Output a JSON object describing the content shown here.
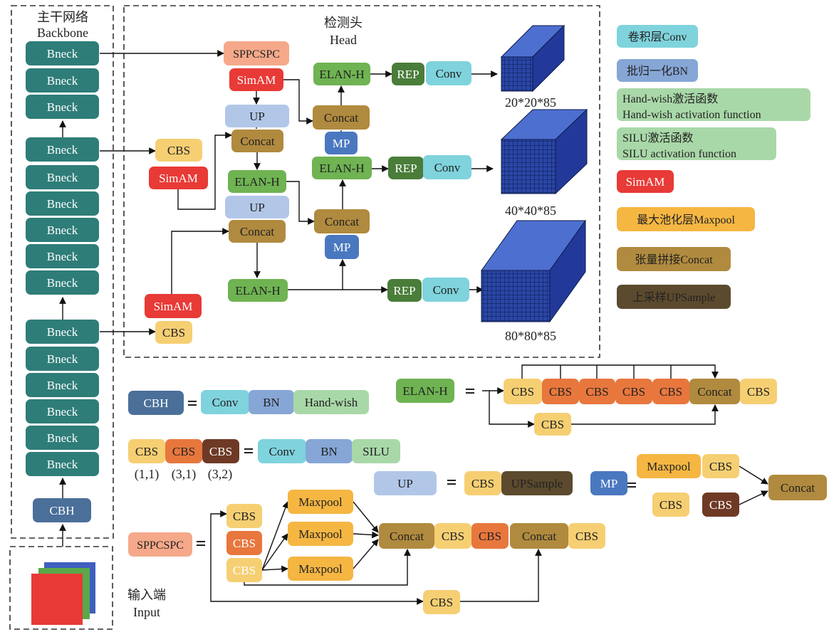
{
  "colors": {
    "bneck": "#2e7d78",
    "cbh": "#4a6f99",
    "conv": "#7fd3dc",
    "bn": "#86a6d6",
    "handwish": "#a9d8a8",
    "silu": "#a9d8a8",
    "simam": "#e83a36",
    "maxpool": "#f5b642",
    "concat": "#b08a3e",
    "upsample": "#5c4a2e",
    "cbs11": "#f6cf73",
    "cbs31": "#e8773d",
    "cbs32": "#6e3a26",
    "sppcspc": "#f5a98a",
    "elanh": "#6fb352",
    "rep": "#4a7d3a",
    "mp": "#4a78c0",
    "up": "#b2c7e8",
    "tensor": "#2947a8"
  },
  "backbone": {
    "title_cn": "主干网络",
    "title_en": "Backbone",
    "bneck_label": "Bneck",
    "cbh_label": "CBH"
  },
  "input": {
    "title_cn": "输入端",
    "title_en": "Input"
  },
  "head": {
    "title_cn": "检测头",
    "title_en": "Head",
    "sppcspc": "SPPCSPC",
    "simam": "SimAM",
    "up": "UP",
    "concat": "Concat",
    "cbs": "CBS",
    "elanh": "ELAN-H",
    "mp": "MP",
    "rep": "REP",
    "conv": "Conv",
    "outputs": [
      "20*20*85",
      "40*40*85",
      "80*80*85"
    ]
  },
  "legend": {
    "conv": "卷积层Conv",
    "bn": "批归一化BN",
    "handwish_cn": "Hand-wish激活函数",
    "handwish_en": "Hand-wish activation function",
    "silu_cn": "SILU激活函数",
    "silu_en": "SILU activation function",
    "simam": "SimAM",
    "maxpool": "最大池化层Maxpool",
    "concat": "张量拼接Concat",
    "upsample": "上采样UPSample"
  },
  "modules": {
    "cbh_def": {
      "name": "CBH",
      "eq": "=",
      "parts": [
        "Conv",
        "BN",
        "Hand-wish"
      ]
    },
    "cbs_def": {
      "names": [
        "CBS",
        "CBS",
        "CBS"
      ],
      "params": [
        "(1,1)",
        "(3,1)",
        "(3,2)"
      ],
      "eq": "=",
      "parts": [
        "Conv",
        "BN",
        "SILU"
      ]
    },
    "elanh_def": {
      "name": "ELAN-H",
      "eq": "=",
      "chain": [
        "CBS",
        "CBS",
        "CBS",
        "CBS",
        "CBS",
        "Concat",
        "CBS"
      ],
      "branch": "CBS"
    },
    "up_def": {
      "name": "UP",
      "eq": "=",
      "parts": [
        "CBS",
        "UPSample"
      ]
    },
    "mp_def": {
      "name": "MP",
      "eq": "=",
      "top": [
        "Maxpool",
        "CBS"
      ],
      "bottom": [
        "CBS",
        "CBS"
      ],
      "out": "Concat"
    },
    "spp_def": {
      "name": "SPPCSPC",
      "eq": "=",
      "cbs": [
        "CBS",
        "CBS",
        "CBS"
      ],
      "maxpool": [
        "Maxpool",
        "Maxpool",
        "Maxpool"
      ],
      "chain": [
        "Concat",
        "CBS",
        "CBS",
        "Concat",
        "CBS"
      ],
      "bottom": "CBS"
    }
  }
}
